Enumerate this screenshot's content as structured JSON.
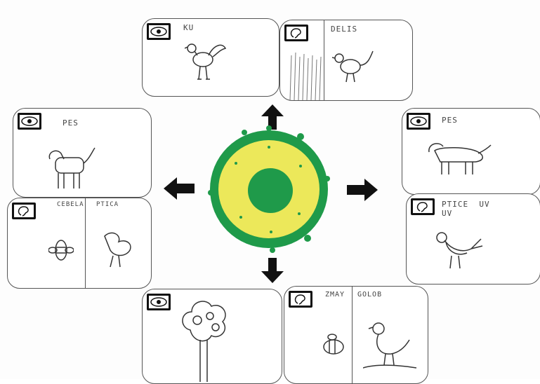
{
  "colors": {
    "green": "#1f9a4a",
    "yellow": "#ece85a",
    "ink": "#333333",
    "badge": "#111111"
  },
  "icons": {
    "badge_eye": "eye-icon",
    "badge_ear": "ear-icon",
    "arrow": "arrow-icon"
  },
  "cards": {
    "top_left": {
      "label": "KU"
    },
    "top_right": {
      "label": "DELIS"
    },
    "left_top": {
      "label": "PES"
    },
    "left_bottom": {
      "label_a": "CEBELA",
      "label_b": "PTICA"
    },
    "right_top": {
      "label": "PES"
    },
    "right_bottom": {
      "label": "PTICE  UV\nUV"
    },
    "bottom_left": {
      "label": ""
    },
    "bottom_right": {
      "label_a": "ZMAY",
      "label_b": "GOLOB"
    }
  }
}
